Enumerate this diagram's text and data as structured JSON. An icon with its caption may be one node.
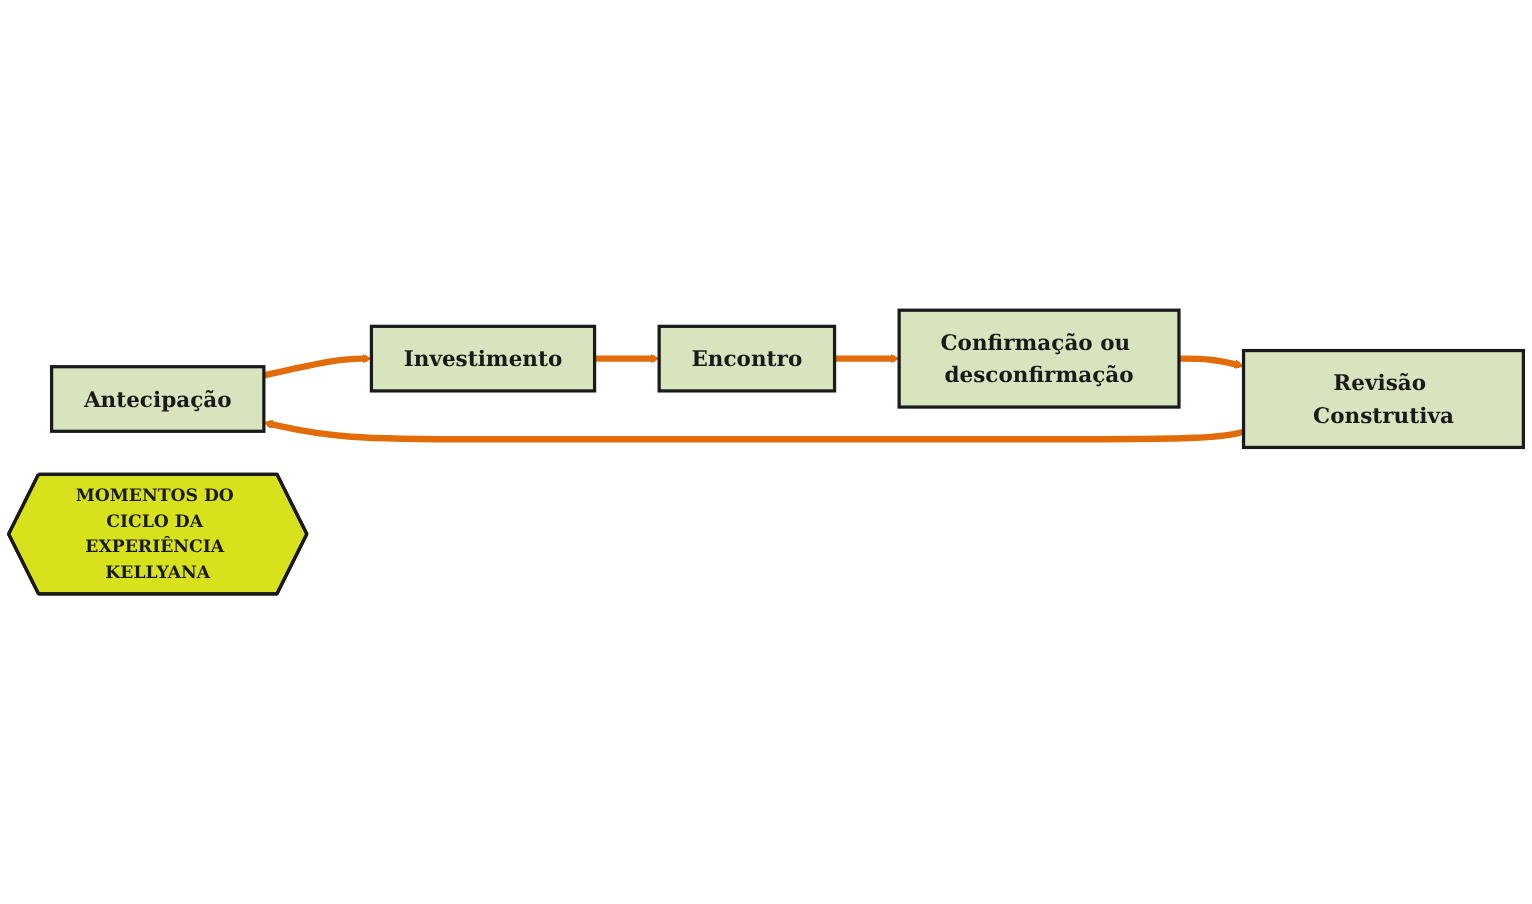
{
  "diagram": {
    "nodes": [
      {
        "text": [
          "Antecipação"
        ]
      },
      {
        "text": [
          "Revisão Construtiva"
        ]
      },
      {
        "text": [
          "MOMENTOS DO CICLO DA EXPERIÊNCIA KELLYANA"
        ]
      },
      {
        "text": [
          "Investimento"
        ]
      },
      {
        "text": [
          "Encontro"
        ]
      },
      {
        "text": [
          "Confirmação ou desconfirmação"
        ]
      }
    ],
    "edges": [
      {
        "from": 0,
        "to": 3,
        "arrow": "to"
      },
      {
        "from": 3,
        "to": 4,
        "arrow": "to"
      },
      {
        "from": 4,
        "to": 5,
        "arrow": "to"
      },
      {
        "from": 5,
        "to": 1,
        "arrow": "to"
      },
      {
        "from": 1,
        "to": 0,
        "arrow": "to"
      }
    ]
  }
}
